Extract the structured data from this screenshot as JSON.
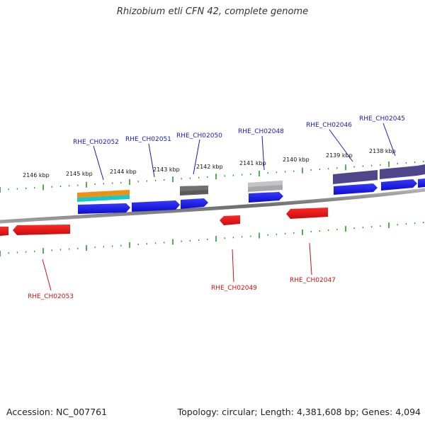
{
  "title": "Rhizobium etli CFN 42, complete genome",
  "footer": {
    "accession": "Accession: NC_007761",
    "summary": "Topology: circular; Length: 4,381,608 bp; Genes: 4,094"
  },
  "scale_labels": [
    "2146 kbp",
    "2145 kbp",
    "2144 kbp",
    "2143 kbp",
    "2142 kbp",
    "2141 kbp",
    "2140 kbp",
    "2139 kbp",
    "2138 kbp"
  ],
  "genes_top": [
    "RHE_CH02052",
    "RHE_CH02051",
    "RHE_CH02050",
    "RHE_CH02048",
    "RHE_CH02046",
    "RHE_CH02045"
  ],
  "genes_bottom": [
    "RHE_CH02053",
    "RHE_CH02049",
    "RHE_CH02047"
  ],
  "colors": {
    "forward_cds": "#1a1aee",
    "reverse_cds": "#ee1111",
    "top_label": "#1a1ab4",
    "bottom_label": "#c81414",
    "tick": "#1e8c1e",
    "backbone": "#8c8c8c",
    "feature_orange": "#f09010",
    "feature_cyan": "#19c8c8",
    "feature_dark_gray": "#5a5a5a",
    "feature_light_gray": "#b4b4b4",
    "feature_purple": "#50468c"
  }
}
